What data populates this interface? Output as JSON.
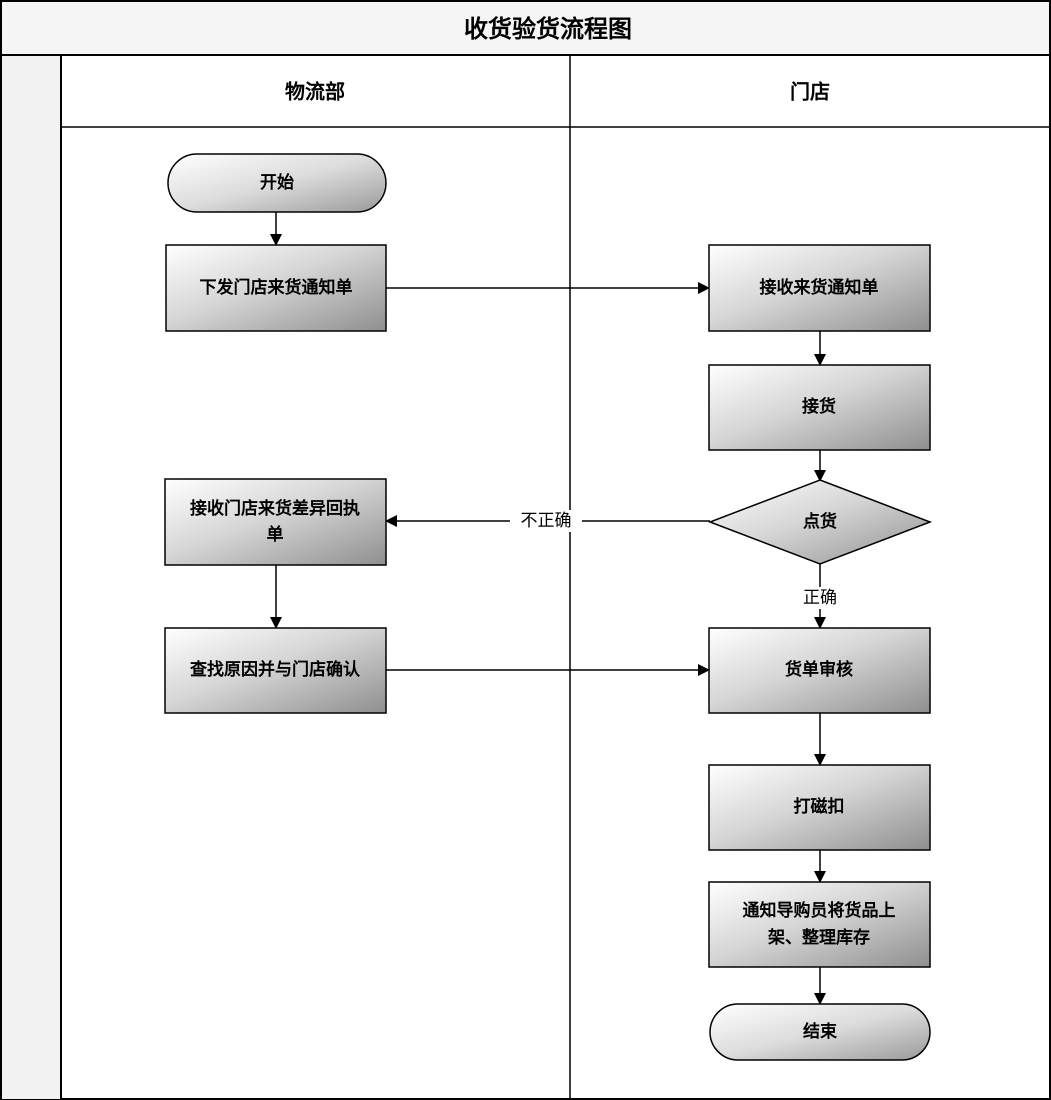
{
  "title": "收货验货流程图",
  "lanes": [
    {
      "label": "物流部"
    },
    {
      "label": "门店"
    }
  ],
  "nodes": {
    "start": "开始",
    "issue_notice": "下发门店来货通知单",
    "receive_diff_line1": "接收门店来货差异回执",
    "receive_diff_line2": "单",
    "find_reason": "查找原因并与门店确认",
    "receive_notice": "接收来货通知单",
    "receive_goods": "接货",
    "check_goods": "点货",
    "audit": "货单审核",
    "tag": "打磁扣",
    "notify_line1": "通知导购员将货品上",
    "notify_line2": "架、整理库存",
    "end": "结束"
  },
  "edge_labels": {
    "incorrect": "不正确",
    "correct": "正确"
  },
  "colors": {
    "box_light": "#ffffff",
    "box_dark": "#8f8f8f",
    "header_band": "#f2f2f2",
    "line": "#000000"
  }
}
